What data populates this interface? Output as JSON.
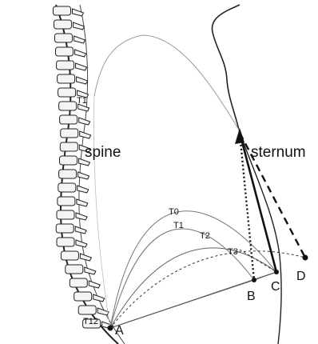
{
  "labels": {
    "spine": "spine",
    "sternum": "sternum",
    "spine_level_t1": "T1",
    "spine_level_t12": "T12",
    "point_a": "A",
    "point_b": "B",
    "point_c": "C",
    "point_d": "D",
    "curve_t0": "T0",
    "curve_t1": "T1",
    "curve_t2": "T2",
    "curve_t3": "T3"
  },
  "colors": {
    "ink": "#111111",
    "bone_fill": "#f4f4f4",
    "bone_stroke": "#222222",
    "thin_line": "#9a9a9a"
  }
}
